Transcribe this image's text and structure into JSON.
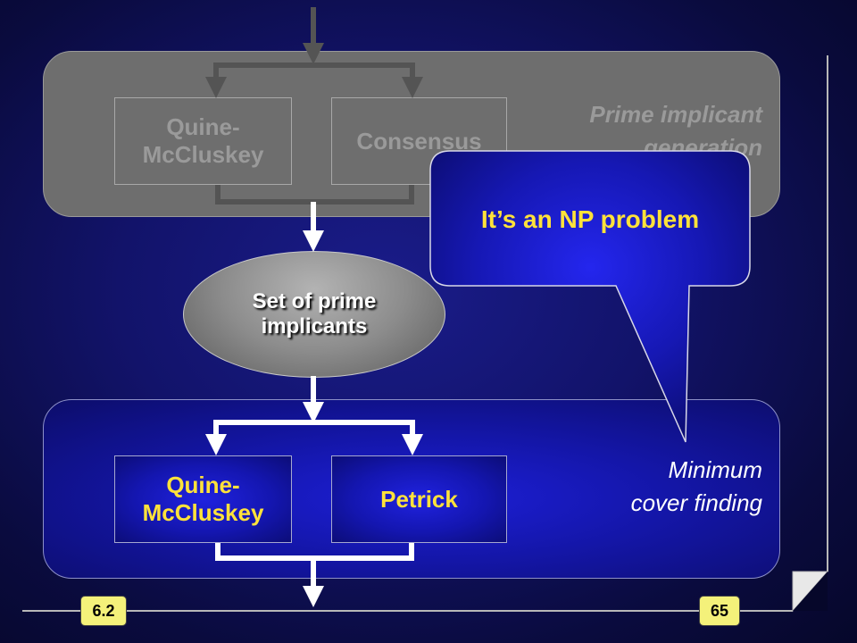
{
  "top_group": {
    "label_line1": "Prime implicant",
    "label_line2": "generation",
    "box_left_line1": "Quine-",
    "box_left_line2": "McCluskey",
    "box_right": "Consensus"
  },
  "middle": {
    "ellipse_line1": "Set of prime",
    "ellipse_line2": "implicants"
  },
  "bottom_group": {
    "label_line1": "Minimum",
    "label_line2": "cover finding",
    "box_left_line1": "Quine-",
    "box_left_line2": "McCluskey",
    "box_right": "Petrick"
  },
  "callout": {
    "text": "It’s an NP problem"
  },
  "footer": {
    "section": "6.2",
    "page": "65"
  },
  "colors": {
    "highlight_text": "#ffe23a",
    "badge": "#f4f17a",
    "grey_group": "#6e6e6e",
    "blue_group": "#1416a8"
  }
}
